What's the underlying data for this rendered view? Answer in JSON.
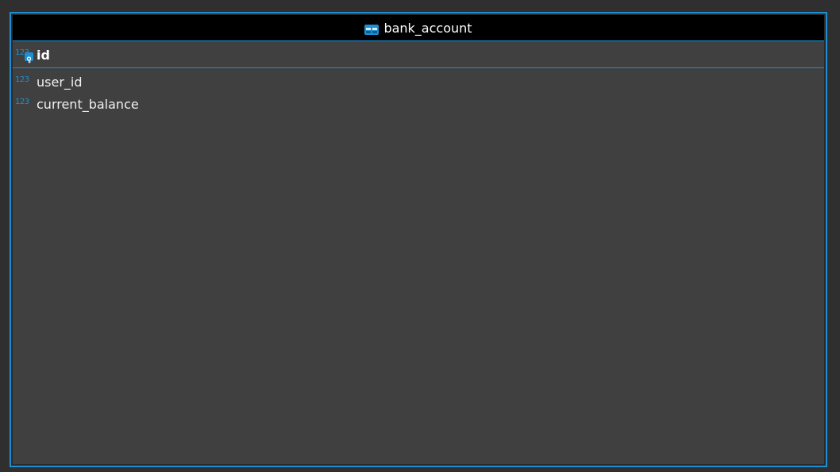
{
  "entity": {
    "title": "bank_account",
    "icon": "table-icon",
    "accent_color": "#1e8fd2",
    "primary_key": {
      "name": "id",
      "type_label": "123",
      "icon": "primary-key-icon"
    },
    "attributes": [
      {
        "name": "user_id",
        "type_label": "123"
      },
      {
        "name": "current_balance",
        "type_label": "123"
      }
    ]
  }
}
